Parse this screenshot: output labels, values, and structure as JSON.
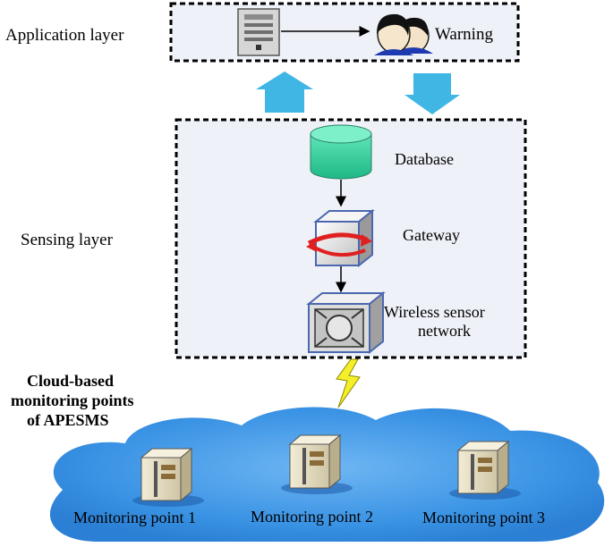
{
  "layers": {
    "application": {
      "label": "Application layer",
      "warning_label": "Warning"
    },
    "sensing": {
      "label": "Sensing layer",
      "database_label": "Database",
      "gateway_label": "Gateway",
      "wsn_label_line1": "Wireless sensor",
      "wsn_label_line2": "network"
    },
    "cloud": {
      "label_line1": "Cloud-based",
      "label_line2": "monitoring points",
      "label_line3": "of APESMS",
      "points": [
        {
          "label": "Monitoring point 1"
        },
        {
          "label": "Monitoring point 2"
        },
        {
          "label": "Monitoring point 3"
        }
      ]
    }
  },
  "colors": {
    "layer_fill": "#eef1f7",
    "up_arrow": "#3fb6e4",
    "down_arrow": "#3fb6e4",
    "database": "#34d4a2",
    "cloud": "#2f8ede",
    "lightning": "#f4ef2a",
    "gateway_arrow": "#e02020"
  }
}
